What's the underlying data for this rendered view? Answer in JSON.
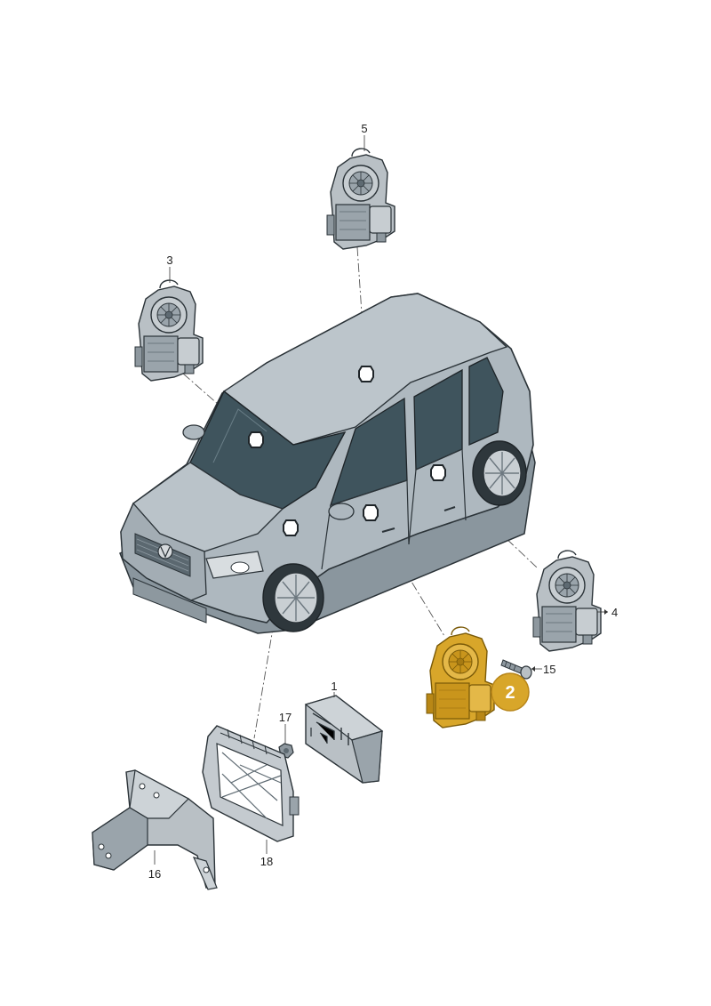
{
  "diagram": {
    "part_labels": {
      "p1": "1",
      "p3": "3",
      "p4": "4",
      "p5": "5",
      "p15": "15",
      "p16": "16",
      "p17": "17",
      "p18": "18"
    },
    "highlight_callout": "2",
    "colors": {
      "car_body": "#aeb8bf",
      "car_dark": "#7b8891",
      "glass": "#3f545d",
      "part": "#b9c0c5",
      "part_dark": "#6f7a81",
      "highlight": "#d8a62a",
      "highlight_dark": "#a67a12",
      "outline": "#2b3338"
    }
  }
}
